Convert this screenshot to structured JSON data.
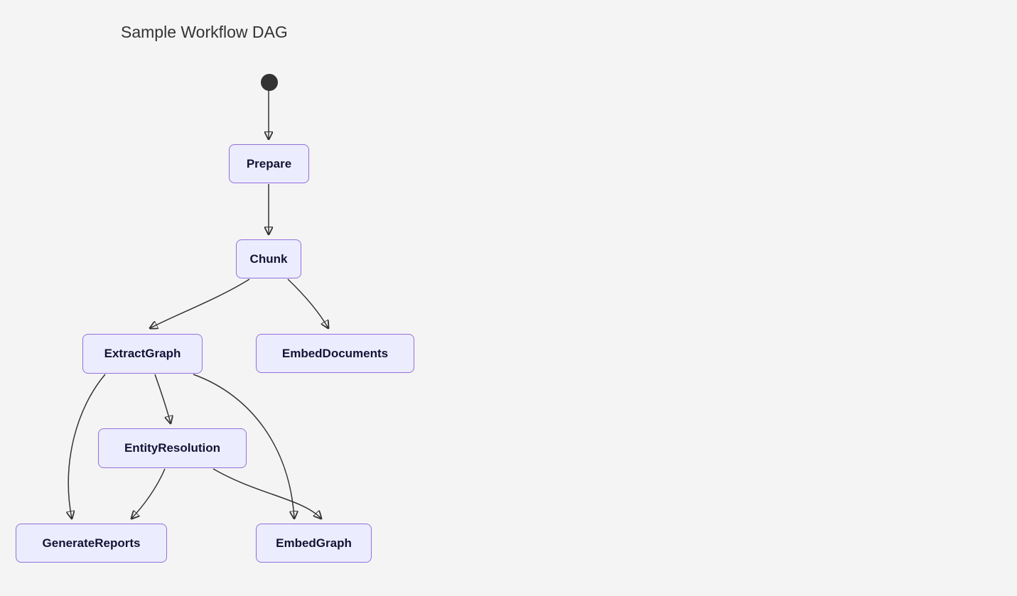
{
  "title": "Sample Workflow DAG",
  "diagram": {
    "type": "state-diagram-dag",
    "nodes": {
      "start": {
        "label": "",
        "kind": "start-state"
      },
      "prepare": {
        "label": "Prepare"
      },
      "chunk": {
        "label": "Chunk"
      },
      "extract_graph": {
        "label": "ExtractGraph"
      },
      "embed_documents": {
        "label": "EmbedDocuments"
      },
      "entity_resolution": {
        "label": "EntityResolution"
      },
      "generate_reports": {
        "label": "GenerateReports"
      },
      "embed_graph": {
        "label": "EmbedGraph"
      }
    },
    "edges": [
      {
        "from": "start",
        "to": "Prepare"
      },
      {
        "from": "Prepare",
        "to": "Chunk"
      },
      {
        "from": "Chunk",
        "to": "ExtractGraph"
      },
      {
        "from": "Chunk",
        "to": "EmbedDocuments"
      },
      {
        "from": "ExtractGraph",
        "to": "EntityResolution"
      },
      {
        "from": "ExtractGraph",
        "to": "GenerateReports"
      },
      {
        "from": "ExtractGraph",
        "to": "EmbedGraph"
      },
      {
        "from": "EntityResolution",
        "to": "GenerateReports"
      },
      {
        "from": "EntityResolution",
        "to": "EmbedGraph"
      }
    ],
    "colors": {
      "background": "#f4f4f4",
      "node_fill": "#ECECFF",
      "node_border": "#9370DB",
      "edge_stroke": "#333333",
      "title_text": "#333333",
      "node_text": "#131335"
    }
  }
}
